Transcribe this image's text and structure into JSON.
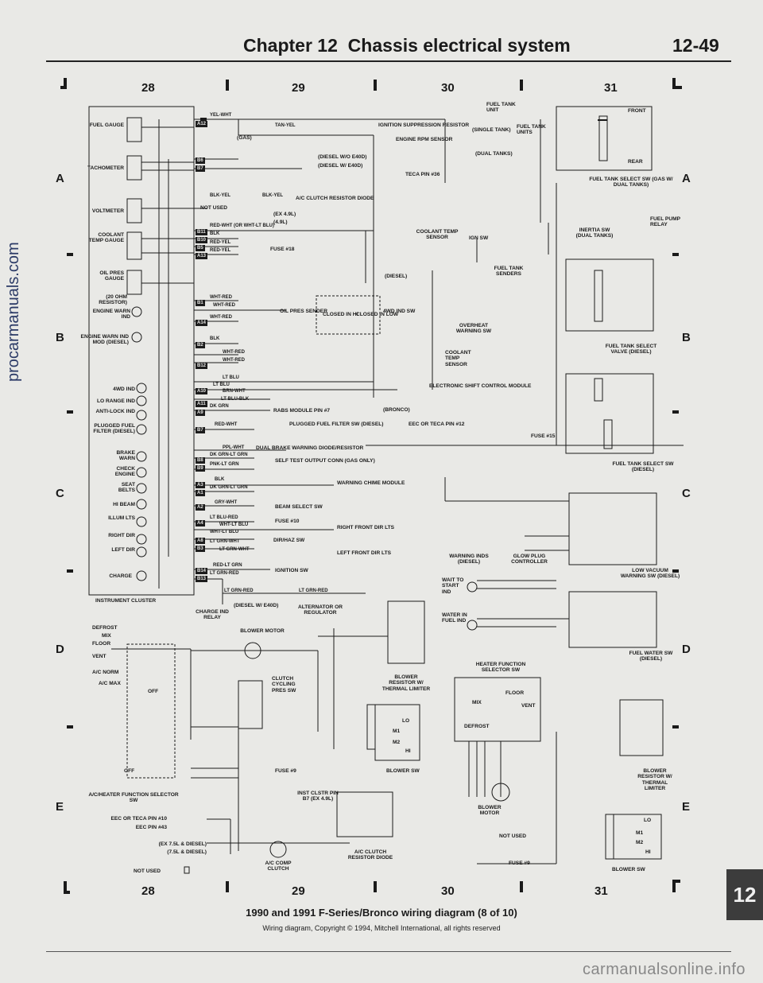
{
  "header": {
    "chapter": "Chapter 12",
    "title": "Chassis electrical system",
    "page": "12-49"
  },
  "columns": [
    "28",
    "29",
    "30",
    "31"
  ],
  "rows_left": [
    "A",
    "B",
    "C",
    "D",
    "E"
  ],
  "rows_right": [
    "A",
    "B",
    "C",
    "D",
    "E"
  ],
  "cluster": {
    "title": "INSTRUMENT CLUSTER",
    "gauges": [
      "FUEL GAUGE",
      "TACHOMETER",
      "VOLTMETER",
      "COOLANT TEMP GAUGE",
      "OIL PRES GAUGE"
    ],
    "indicators": [
      "(20 OHM RESISTOR)",
      "ENGINE WARN IND",
      "ENGINE WARN IND MOD (DIESEL)",
      "4WD IND",
      "LO RANGE IND",
      "ANTI-LOCK IND",
      "PLUGGED FUEL FILTER (DIESEL)",
      "BRAKE WARN",
      "CHECK ENGINE",
      "SEAT BELTS",
      "HI BEAM",
      "ILLUM LTS",
      "RIGHT DIR",
      "LEFT DIR",
      "CHARGE"
    ]
  },
  "pins": [
    "A12",
    "B6",
    "B7",
    "B11",
    "B10",
    "B5",
    "A13",
    "B1",
    "A14",
    "B2",
    "B12",
    "A10",
    "A11",
    "A9",
    "B7",
    "B8",
    "B9",
    "A3",
    "A1",
    "A2",
    "A4",
    "A8",
    "B3",
    "B14",
    "B13"
  ],
  "wires_left": [
    "YEL-WHT",
    "TAN-YEL",
    "BLK-YEL",
    "BLK-YEL",
    "RED-WHT (OR WHT-LT BLU)",
    "BLK",
    "RED-YEL",
    "RED-YEL",
    "WHT-RED",
    "WHT-RED",
    "WHT-RED",
    "BLK",
    "WHT-RED",
    "WHT-RED",
    "LT BLU",
    "LT BLU",
    "BRN-WHT",
    "LT BLU-BLK",
    "DK GRN",
    "RED-WHT",
    "PPL-WHT",
    "DK GRN-LT GRN",
    "PNK-LT GRN",
    "BLK",
    "DK GRN-LT GRN",
    "GRY-WHT",
    "LT BLU-RED",
    "WHT-LT BLU",
    "WHT-LT BLU",
    "LT GRN-WHT",
    "LT GRN-WHT",
    "RED-LT GRN",
    "LT GRN-RED",
    "LT GRN-RED",
    "LT GRN-RED"
  ],
  "components": {
    "ignition_suppression": "IGNITION SUPPRESSION RESISTOR",
    "engine_rpm": "ENGINE RPM SENSOR",
    "gas": "(GAS)",
    "diesel_wo": "(DIESEL W/O E40D)",
    "diesel_w": "(DIESEL W/ E40D)",
    "teca": "TECA PIN #36",
    "not_used": "NOT USED",
    "ac_clutch_diode": "A/C CLUTCH RESISTOR DIODE",
    "ex49": "(EX 4.9L)",
    "l49": "(4.9L)",
    "fuse18": "FUSE #18",
    "oil_pres": "OIL PRES SENDER",
    "closed_hi": "CLOSED IN HI",
    "closed_low": "CLOSED IN LOW",
    "4wd_sw": "4WD IND SW",
    "ecm": "ELECTRONIC SHIFT CONTROL MODULE",
    "bronco": "(BRONCO)",
    "rabs": "RABS MODULE PIN #7",
    "plugged": "PLUGGED FUEL FILTER SW (DIESEL)",
    "eec": "EEC OR TECA PIN #12",
    "dual_brake": "DUAL BRAKE WARNING DIODE/RESISTOR",
    "self_test": "SELF TEST OUTPUT CONN (GAS ONLY)",
    "chime": "WARNING CHIME MODULE",
    "beam_sw": "BEAM SELECT SW",
    "fuse10": "FUSE #10",
    "rf_dir": "RIGHT FRONT DIR LTS",
    "dir_haz": "DIR/HAZ SW",
    "lf_dir": "LEFT FRONT DIR LTS",
    "ign_sw": "IGNITION SW",
    "charge_relay": "CHARGE IND RELAY",
    "diesel_e40d": "(DIESEL W/ E40D)",
    "alternator": "ALTERNATOR OR REGULATOR",
    "fuel_tank_unit": "FUEL TANK UNIT",
    "single_tank": "(SINGLE TANK)",
    "fuel_tank_units": "FUEL TANK UNITS",
    "dual_tanks": "(DUAL TANKS)",
    "front": "FRONT",
    "rear": "REAR",
    "fuel_tank_select_sw": "FUEL TANK SELECT SW (GAS W/ DUAL TANKS)",
    "coolant_temp_sender": "COOLANT TEMP SENSOR",
    "ign_sw2": "IGN SW",
    "diesel": "(DIESEL)",
    "inertia": "INERTIA SW (DUAL TANKS)",
    "fuel_pump_relay": "FUEL PUMP RELAY",
    "fuel_tank_senders": "FUEL TANK SENDERS",
    "overheat": "OVERHEAT WARNING SW",
    "coolant_temp_sensor": "COOLANT TEMP SENSOR",
    "select_valve": "FUEL TANK SELECT VALVE (DIESEL)",
    "fuse15": "FUSE #15",
    "select_sw_diesel": "FUEL TANK SELECT SW (DIESEL)",
    "low_vacuum": "LOW VACUUM WARNING SW (DIESEL)",
    "warning_inds": "WARNING INDS (DIESEL)",
    "glow_plug": "GLOW PLUG CONTROLLER",
    "wait_to_start": "WAIT TO START IND",
    "water_in_fuel": "WATER IN FUEL IND",
    "fuel_water_sw": "FUEL WATER SW (DIESEL)",
    "heater_fn_sw": "HEATER FUNCTION SELECTOR SW",
    "blower_motor": "BLOWER MOTOR",
    "blower_resistor": "BLOWER RESISTOR W/ THERMAL LIMITER",
    "blower_sw": "BLOWER SW",
    "clutch_cycling": "CLUTCH CYCLING PRES SW",
    "ac_heater_fn_sw": "A/C/HEATER FUNCTION SELECTOR SW",
    "eec_teca10": "EEC OR TECA PIN #10",
    "eec_pin43": "EEC PIN #43",
    "ex75": "(EX 7.5L & DIESEL)",
    "l75": "(7.5L & DIESEL)",
    "inst_clstr": "INST CLSTR PIN B7 (EX 4.9L)",
    "ac_comp_clutch": "A/C COMP CLUTCH",
    "ac_clutch_resistor": "A/C CLUTCH RESISTOR DIODE",
    "fuse9": "FUSE #9",
    "blower_motor2": "BLOWER MOTOR",
    "not_used2": "NOT USED",
    "mode_positions": [
      "DEFROST",
      "MIX",
      "FLOOR",
      "VENT",
      "A/C NORM",
      "A/C MAX",
      "OFF",
      "OFF"
    ],
    "heater_positions": [
      "MIX",
      "FLOOR",
      "VENT",
      "DEFROST"
    ],
    "blower_speeds": [
      "LO",
      "M1",
      "M2",
      "HI"
    ]
  },
  "caption": {
    "title": "1990 and 1991 F-Series/Bronco wiring diagram (8 of 10)",
    "subtitle": "Wiring diagram, Copyright © 1994, Mitchell International, all rights reserved"
  },
  "side_tab": "12",
  "watermarks": {
    "side": "procarmanuals.com",
    "bottom": "carmanualsonline.info"
  },
  "colors": {
    "paper": "#e9e9e6",
    "ink": "#1a1a1a",
    "tab": "#3c3c3c"
  }
}
